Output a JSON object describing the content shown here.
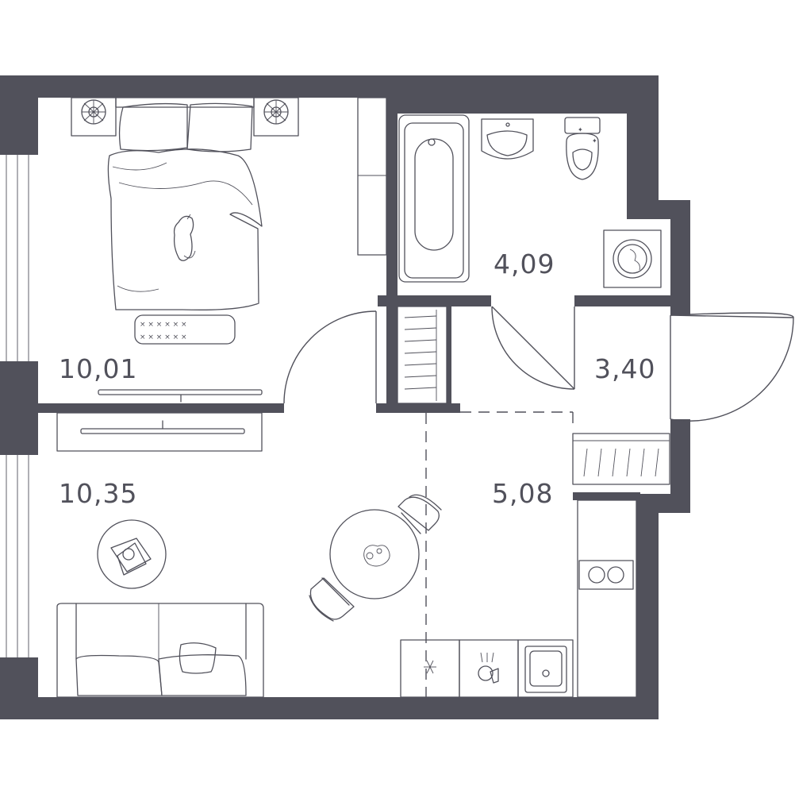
{
  "plan": {
    "colors": {
      "wall": "#51515b",
      "background": "#ffffff"
    },
    "rooms": [
      {
        "id": "bedroom",
        "area": "10,01"
      },
      {
        "id": "bathroom",
        "area": "4,09"
      },
      {
        "id": "hallway",
        "area": "3,40"
      },
      {
        "id": "living",
        "area": "10,35"
      },
      {
        "id": "kitchen",
        "area": "5,08"
      }
    ],
    "icons": [
      "bed-icon",
      "cat-icon",
      "nightstand-icon",
      "tv-icon",
      "bathtub-icon",
      "sink-icon",
      "toilet-icon",
      "washing-machine-icon",
      "wardrobe-icon",
      "dining-table-icon",
      "chair-icon",
      "coffee-table-icon",
      "sofa-icon",
      "stove-icon",
      "dishwasher-icon",
      "kitchen-sink-icon"
    ]
  }
}
